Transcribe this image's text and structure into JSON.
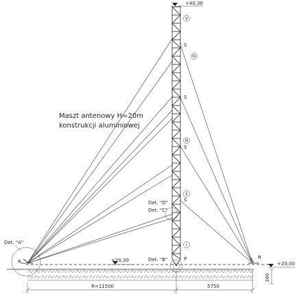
{
  "title": {
    "line1": "Maszt antenowy H=20m",
    "line2": "konstrukcji aluminiowej"
  },
  "levels": {
    "top": "+40,30",
    "base": "+20,30",
    "ground_right": "+20,00"
  },
  "details": {
    "A": "Det. \"A\"",
    "B": "Det. \"B\"",
    "C": "Det. \"C\"",
    "D": "Det. \"D\""
  },
  "markers": {
    "R_left": "R",
    "R_right": "R",
    "P": "P",
    "S1": "S",
    "S2": "S",
    "S3": "S",
    "S4": "S"
  },
  "sections": [
    "I",
    "II",
    "III",
    "IV",
    "V"
  ],
  "dimensions": {
    "left_span": "R=11500",
    "right_span": "5750",
    "depth": "300"
  }
}
